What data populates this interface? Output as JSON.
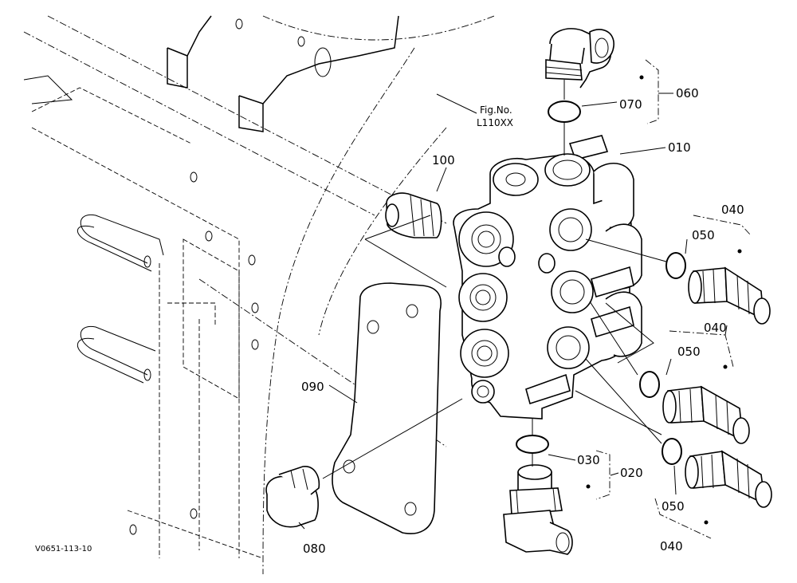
{
  "figure": {
    "reference_label": "Fig.No.",
    "reference_code": "L110XX",
    "drawing_code": "V0651-113-10"
  },
  "callouts": {
    "p010": "010",
    "p020": "020",
    "p030": "030",
    "p040_top": "040",
    "p040_mid": "040",
    "p040_bottom": "040",
    "p050_top": "050",
    "p050_mid": "050",
    "p050_bottom": "050",
    "p060": "060",
    "p070": "070",
    "p080": "080",
    "p090": "090",
    "p100": "100"
  }
}
